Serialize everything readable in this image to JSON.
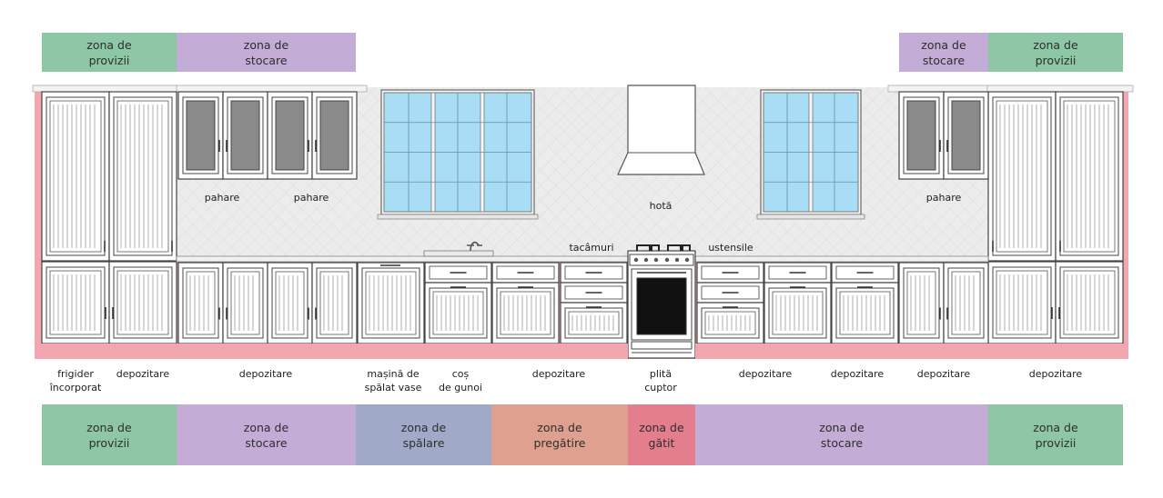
{
  "colors": {
    "provizii": "#8ec7a5",
    "stocare": "#c3acd5",
    "spalare": "#a1a9c8",
    "pregatire": "#dfa08f",
    "gatit": "#e47d8c",
    "pink": "#f2a7b0",
    "glass": "#a9dcf5",
    "tile": "#ececec"
  },
  "top_zones": [
    {
      "id": "tz1",
      "text": "zona de\nprovizii",
      "type": "provizii"
    },
    {
      "id": "tz2",
      "text": "zona de\nstocare",
      "type": "stocare"
    },
    {
      "id": "tz3",
      "text": "zona de\nstocare",
      "type": "stocare"
    },
    {
      "id": "tz4",
      "text": "zona de\nprovizii",
      "type": "provizii"
    }
  ],
  "bottom_zones": [
    {
      "id": "bz1",
      "text": "zona de\nprovizii",
      "type": "provizii"
    },
    {
      "id": "bz2",
      "text": "zona de\nstocare",
      "type": "stocare"
    },
    {
      "id": "bz3",
      "text": "zona de\nspălare",
      "type": "spalare"
    },
    {
      "id": "bz4",
      "text": "zona de\npregătire",
      "type": "pregatire"
    },
    {
      "id": "bz5",
      "text": "zona de\ngătit",
      "type": "gatit"
    },
    {
      "id": "bz6",
      "text": "zona de\nstocare",
      "type": "stocare"
    },
    {
      "id": "bz7",
      "text": "zona de\nprovizii",
      "type": "provizii"
    }
  ],
  "upper_labels": {
    "pahare_1": "pahare",
    "pahare_2": "pahare",
    "pahare_3": "pahare",
    "hota": "hotă",
    "tacamuri": "tacâmuri",
    "ustensile": "ustensile"
  },
  "bottom_labels": {
    "frigider": "frigider\nîncorporat",
    "depozitare_1": "depozitare",
    "depozitare_2": "depozitare",
    "masina": "mașină de\nspălat vase",
    "cos": "coș\nde gunoi",
    "depozitare_3": "depozitare",
    "plita": "plită\ncuptor",
    "depozitare_4": "depozitare",
    "depozitare_5": "depozitare",
    "depozitare_6": "depozitare",
    "depozitare_7": "depozitare"
  }
}
